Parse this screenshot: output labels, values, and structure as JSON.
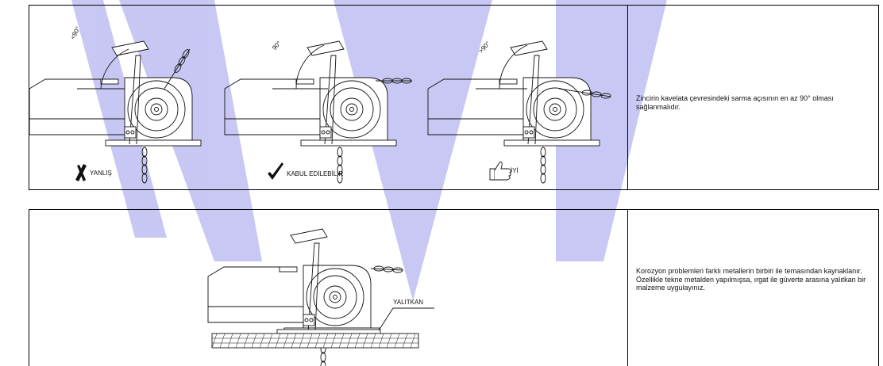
{
  "colors": {
    "watermark": "#3d3bd9",
    "ink": "#111111"
  },
  "panel1": {
    "labels": {
      "wrong": "YANLIŞ",
      "acceptable": "KABUL EDİLEBİLİR",
      "good": "İYİ"
    },
    "angles": {
      "wrong": "<90°",
      "acceptable": "90°",
      "good": ">90°"
    },
    "icons": [
      "cross-mark-icon",
      "check-mark-icon",
      "thumbs-up-icon"
    ],
    "description": "Zincirin kavelata çevresindeki sarma açısının en az 90° olması sağlanmalıdır."
  },
  "panel2": {
    "label": "YALITKAN",
    "description": "Korozyon problemleri farklı metallerin birbiri ile temasından kaynaklanır. Özellikle tekne metalden yapılmışsa, ırgat ile güverte arasına yalıtkan bir malzeme uygulayınız."
  }
}
